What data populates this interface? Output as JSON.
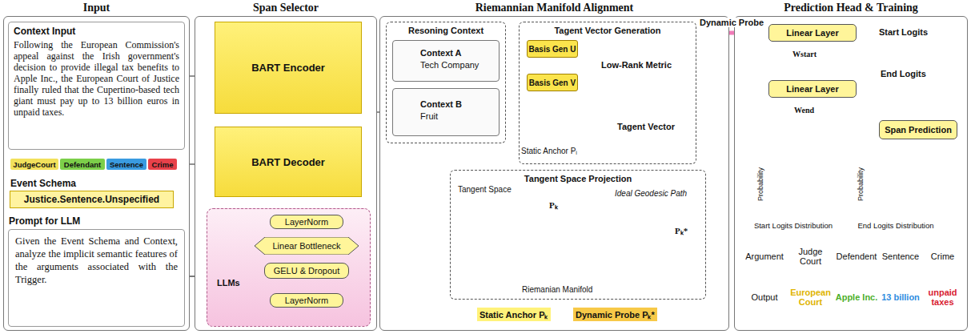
{
  "diagram": {
    "nodes": [
      {
        "text": [
          "Input"
        ]
      },
      {
        "text": [
          "Context Input",
          "Following the European Commission's appeal against the Irish government's decision to provide illegal tax benefits to Apple Inc., the European Court of Justice finally ruled that the Cupertino-based tech giant must pay up to 13 billion euros in unpaid taxes."
        ],
        "in": 0
      },
      {
        "text": [
          "JudgeCourt"
        ],
        "in": 0
      },
      {
        "text": [
          "Defendant"
        ],
        "in": 0
      },
      {
        "text": [
          "Sentence"
        ],
        "in": 0
      },
      {
        "text": [
          "Crime"
        ],
        "in": 0
      },
      {
        "text": [
          "Event Schema",
          "Justice.Sentence.Unspecified"
        ],
        "in": 0
      },
      {
        "text": [
          "Prompt for LLM",
          "Given the Event Schema and Context, analyze the implicit semantic features of the arguments associated with the Trigger."
        ],
        "in": 0
      },
      {
        "text": [
          "Span Selector"
        ]
      },
      {
        "text": [
          "BART Encoder"
        ],
        "in": 8
      },
      {
        "text": [
          "BART Decoder"
        ],
        "in": 8
      },
      {
        "text": [
          "LLMs"
        ],
        "in": 8
      },
      {
        "text": [
          "LayerNorm"
        ],
        "in": 11
      },
      {
        "text": [
          "Linear Bottleneck"
        ],
        "in": 11
      },
      {
        "text": [
          "GELU & Dropout"
        ],
        "in": 11
      },
      {
        "text": [
          "LayerNorm"
        ],
        "in": 11
      },
      {
        "text": [
          "Riemannian Manifold Alignment"
        ]
      },
      {
        "text": [
          "Resoning Context"
        ],
        "in": 16
      },
      {
        "text": [
          "Context A",
          "Tech Company"
        ],
        "in": 17
      },
      {
        "text": [
          "Context B",
          "Fruit"
        ],
        "in": 17
      },
      {
        "text": [
          "Tagent Vector Generation"
        ],
        "in": 16
      },
      {
        "text": [
          "Basis Gen U"
        ],
        "in": 20
      },
      {
        "text": [
          "Basis Gen V"
        ],
        "in": 20
      },
      {
        "text": [
          "Tangent Space Projection"
        ],
        "in": 16
      },
      {
        "text": [
          "Prediction Head & Training"
        ]
      },
      {
        "text": [
          "Linear Layer"
        ],
        "in": 24
      },
      {
        "text": [
          "Linear Layer"
        ],
        "in": 24
      },
      {
        "text": [
          "Span Prediction"
        ],
        "in": 24
      }
    ],
    "edges": [
      {
        "from": 1,
        "to": 9,
        "arrow": "to"
      },
      {
        "from": 9,
        "to": 10,
        "arrow": "to"
      },
      {
        "from": 5,
        "to": 10,
        "arrow": "to"
      },
      {
        "from": 4,
        "to": 6,
        "arrow": "to"
      },
      {
        "from": 6,
        "to": 7,
        "arrow": "to"
      },
      {
        "from": 7,
        "to": 11,
        "arrow": "to"
      },
      {
        "from": 11,
        "to": 10,
        "arrow": "to"
      },
      {
        "from": 10,
        "to": 11,
        "arrow": "to"
      },
      {
        "from": 15,
        "to": 14,
        "arrow": "to"
      },
      {
        "from": 14,
        "to": 13,
        "arrow": "to"
      },
      {
        "from": 13,
        "to": 12,
        "arrow": "to"
      },
      {
        "from": 13,
        "to": 17,
        "arrow": "to"
      },
      {
        "from": 17,
        "to": 20,
        "arrow": "to"
      },
      {
        "from": 20,
        "to": 25,
        "label": "Dynamic Probe",
        "arrow": "to"
      },
      {
        "from": 25,
        "to": 26,
        "arrow": "to"
      },
      {
        "from": 26,
        "to": 27,
        "arrow": "to"
      }
    ],
    "labels": [
      "Low-Rank Metric",
      "Tagent Vector",
      "Static Anchor Pᵢ",
      "Tangent Space",
      "Pₖ",
      "Ideal Geodesic Path",
      "Pₖ*",
      "Riemanian Manifold",
      "Static Anchor Pₖ",
      "Dynamic Probe Pₖ*",
      "Start Logits",
      "End Logits",
      "Wstart",
      "Wend",
      "Probability",
      "Probability",
      "Start Logits Distribution",
      "End Logits Distribution",
      "Argument",
      "Judge Court",
      "Defendent",
      "Sentence",
      "Crime",
      "Output",
      "European Court",
      "Apple Inc.",
      "13 billion",
      "unpaid taxes"
    ]
  }
}
